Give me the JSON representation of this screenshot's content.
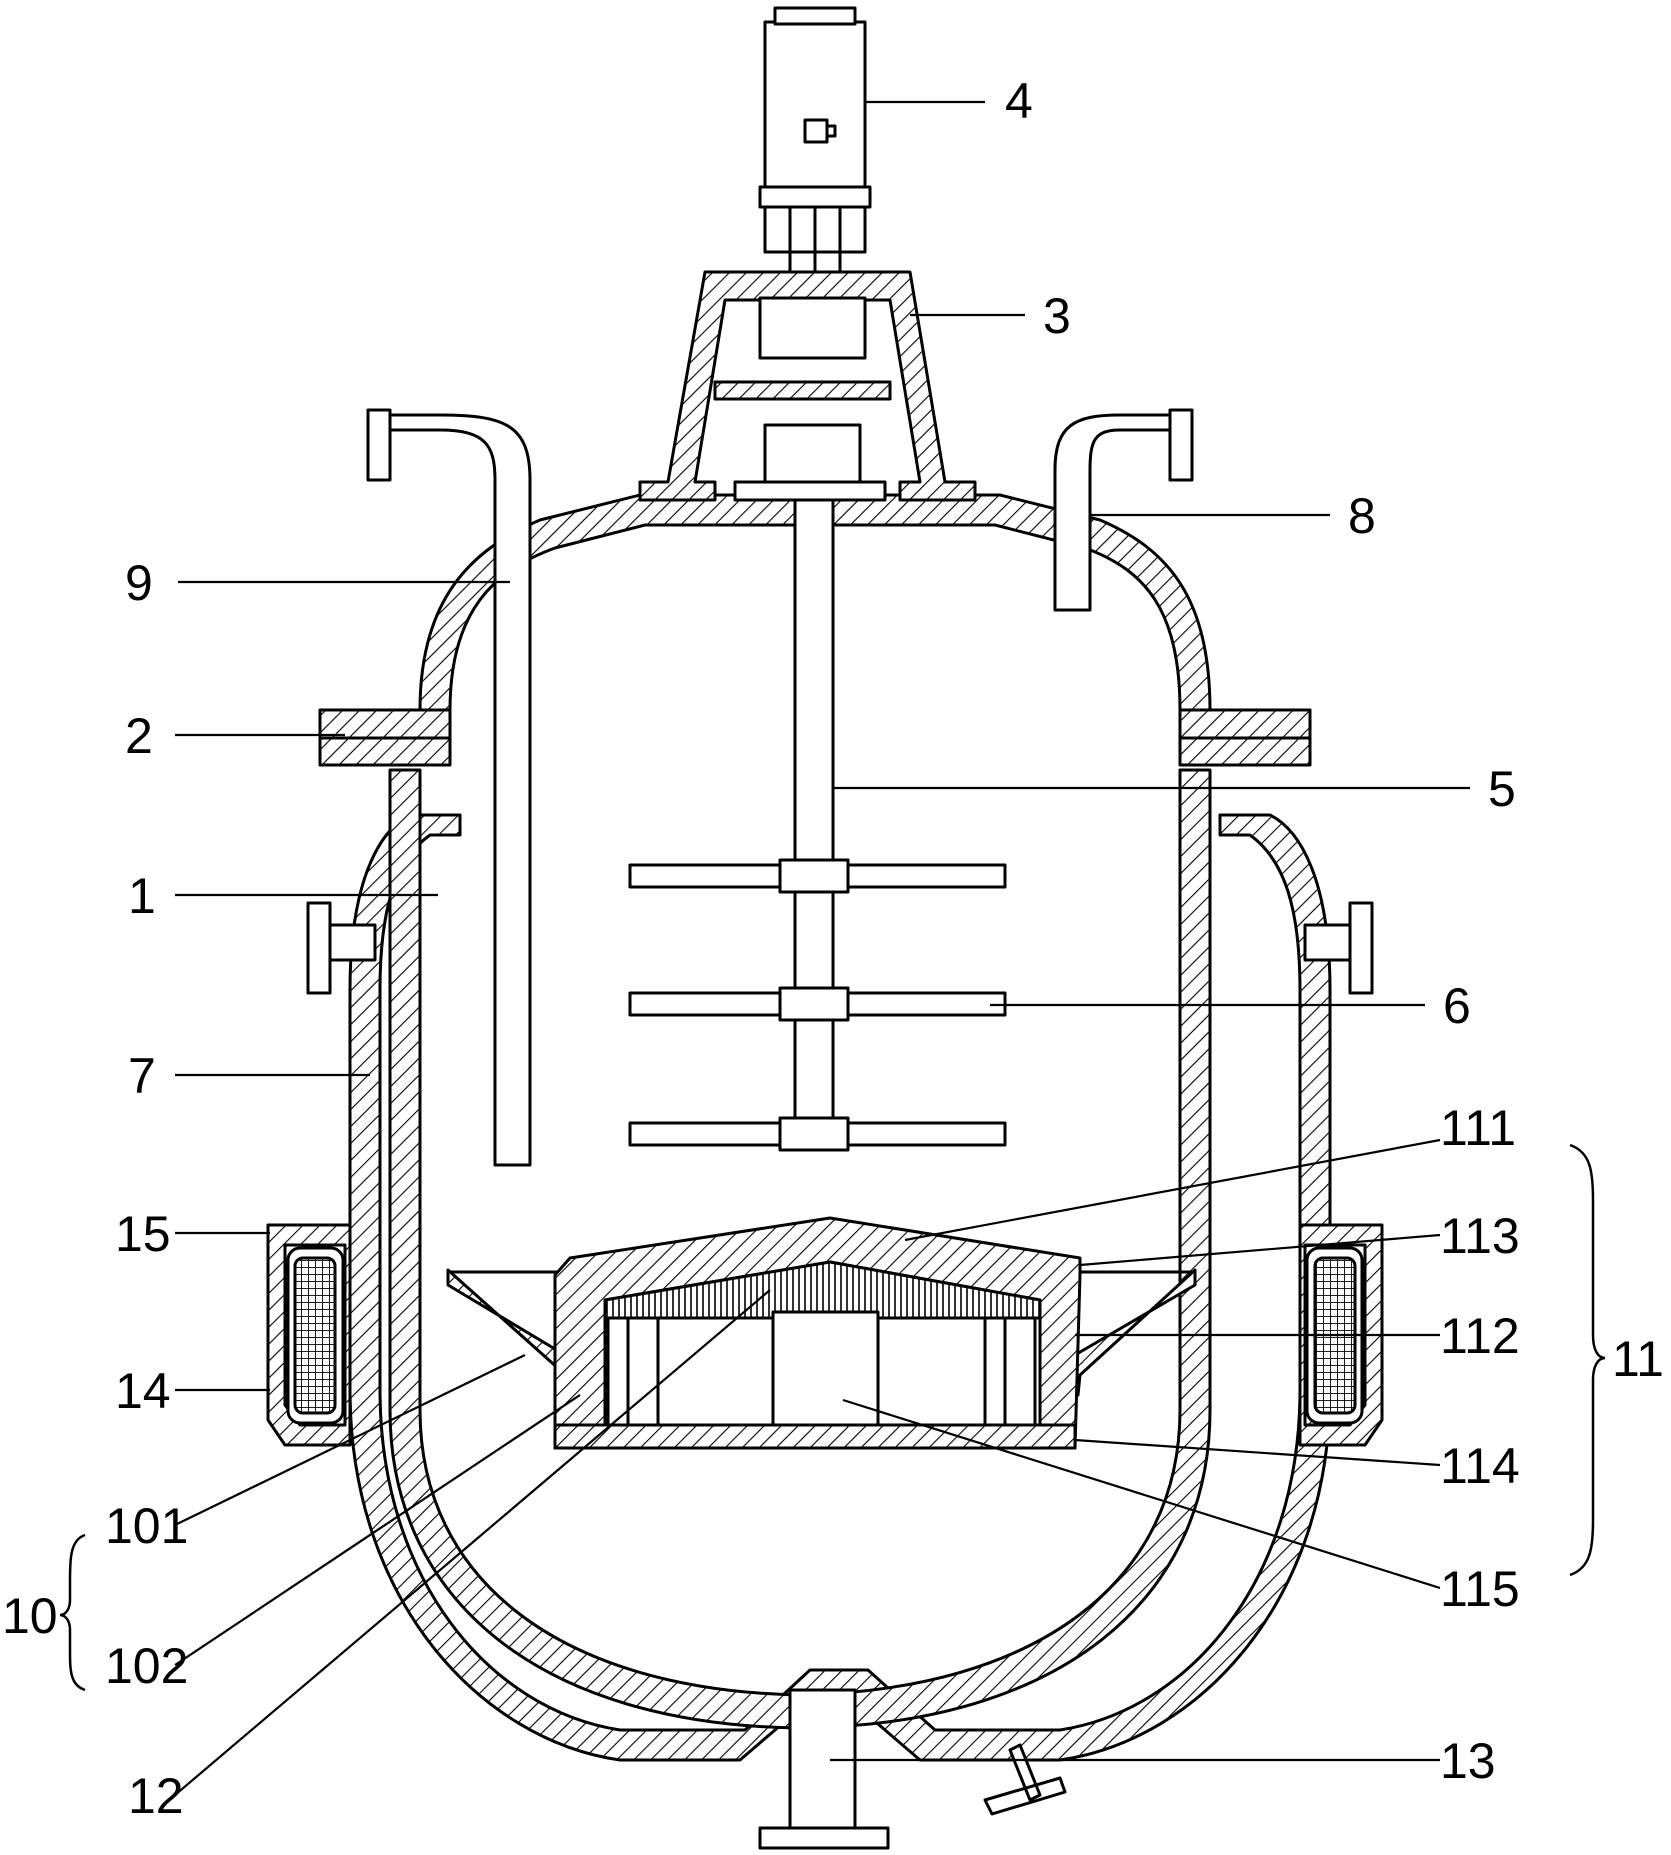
{
  "figure": {
    "labels": {
      "l1": "1",
      "l2": "2",
      "l3": "3",
      "l4": "4",
      "l5": "5",
      "l6": "6",
      "l7": "7",
      "l8": "8",
      "l9": "9",
      "l10": "10",
      "l11": "11",
      "l12": "12",
      "l13": "13",
      "l14": "14",
      "l15": "15",
      "l101": "101",
      "l102": "102",
      "l111": "111",
      "l112": "112",
      "l113": "113",
      "l114": "114",
      "l115": "115"
    },
    "colors": {
      "ink": "#000000",
      "paper": "#ffffff"
    }
  }
}
